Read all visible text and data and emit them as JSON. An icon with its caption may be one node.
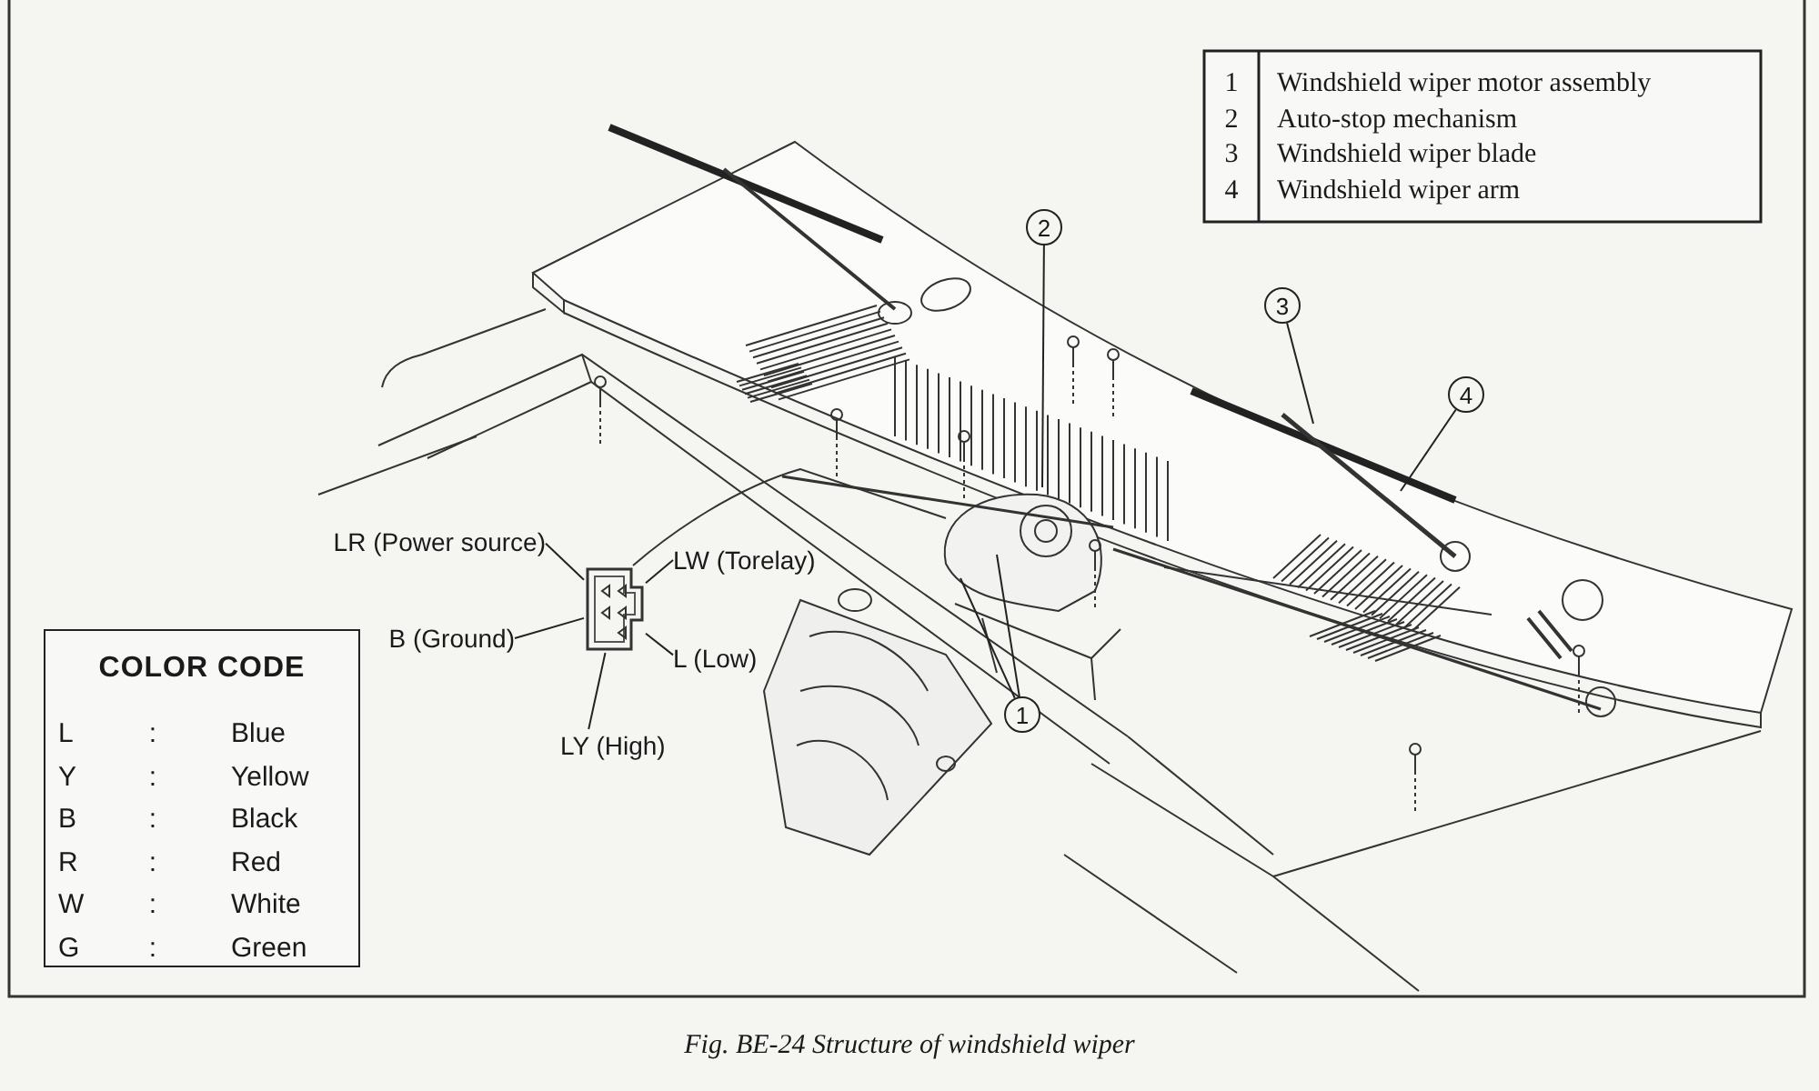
{
  "diagram": {
    "caption": "Fig. BE-24 Structure of windshield wiper",
    "nodes": [
      {
        "text": [
          "1"
        ]
      },
      {
        "text": [
          "2"
        ]
      },
      {
        "text": [
          "3"
        ]
      },
      {
        "text": [
          "4"
        ]
      },
      {
        "text": [],
        "shape": "picture"
      },
      {
        "text": [
          "LR (Power source)"
        ]
      },
      {
        "text": [
          "LW (Torelay)"
        ]
      },
      {
        "text": [
          "B (Ground)"
        ]
      },
      {
        "text": [
          "L (Low)"
        ]
      },
      {
        "text": [
          "LY (High)"
        ]
      },
      {
        "text": [
          "COLOR CODE"
        ]
      }
    ],
    "edges": [
      {
        "from": 0,
        "to": null,
        "arrow": "none"
      },
      {
        "from": 0,
        "to": null,
        "arrow": "none"
      },
      {
        "from": 1,
        "to": null,
        "arrow": "none"
      },
      {
        "from": 2,
        "to": null,
        "arrow": "none"
      },
      {
        "from": 3,
        "to": null,
        "arrow": "none"
      },
      {
        "from": 5,
        "to": 4,
        "arrow": "none"
      },
      {
        "from": 6,
        "to": 4,
        "arrow": "none"
      },
      {
        "from": 7,
        "to": 4,
        "arrow": "none"
      },
      {
        "from": 8,
        "to": 4,
        "arrow": "none"
      },
      {
        "from": 9,
        "to": 4,
        "arrow": "none"
      }
    ],
    "labels": [
      "1",
      "Windshield wiper motor assembly",
      "2",
      "Auto-stop mechanism",
      "3",
      "Windshield wiper blade",
      "4",
      "Windshield wiper arm",
      "L",
      ":",
      "Blue",
      "Y",
      ":",
      "Yellow",
      "B",
      ":",
      "Black",
      "R",
      ":",
      "Red",
      "W",
      ":",
      "White",
      "G",
      ":",
      "Green"
    ]
  }
}
